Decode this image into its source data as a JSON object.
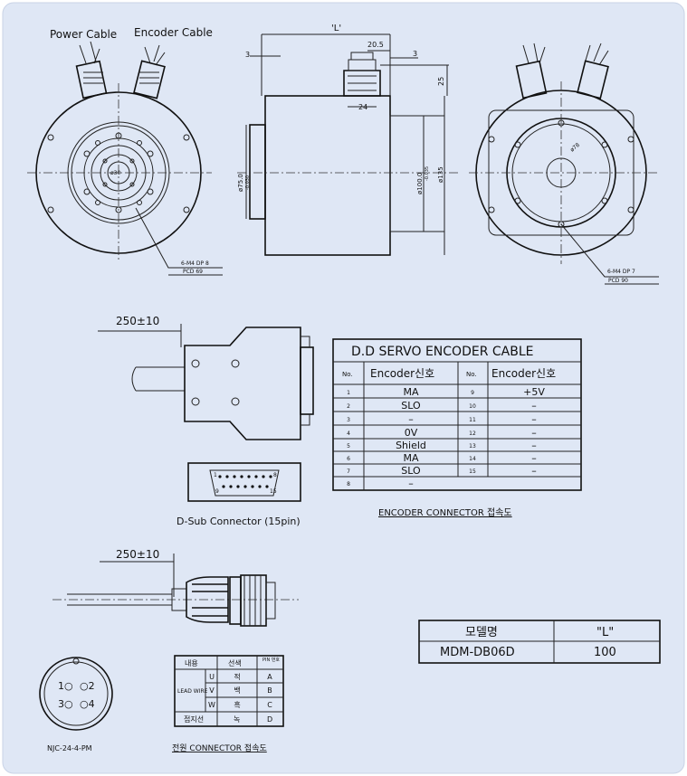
{
  "labels": {
    "power_cable": "Power Cable",
    "encoder_cable": "Encoder Cable",
    "phi30": "ø30",
    "m4_left": "6-M4 DP 8",
    "pcd_left": "PCD 69",
    "dim_L": "'L'",
    "dim_3a": "3",
    "dim_20_5": "20.5",
    "dim_3b": "3",
    "dim_25": "25",
    "dim_24": "24",
    "dim_phi75": "ø75.0",
    "dim_phi75_tol": "-0.030",
    "dim_phi100": "ø100.0",
    "dim_phi100_tol": "-0.035",
    "dim_phi135": "ø135",
    "phi78": "ø78",
    "m4_right": "6-M4 DP 7",
    "pcd_right": "PCD 90",
    "cable_len_1": "250±10",
    "dsub_caption": "D-Sub Connector (15pin)",
    "pin_1": "1",
    "pin_8": "8",
    "pin_9": "9",
    "pin_15": "15",
    "cable_len_2": "250±10",
    "njc_caption": "NJC-24-4-PM"
  },
  "encoder_table": {
    "title": "D.D SERVO ENCODER CABLE",
    "headers": [
      "No.",
      "Encoder신호",
      "No.",
      "Encoder신호"
    ],
    "rows": [
      [
        "1",
        "MA",
        "9",
        "+5V"
      ],
      [
        "2",
        "SLO",
        "10",
        "–"
      ],
      [
        "3",
        "–",
        "11",
        "–"
      ],
      [
        "4",
        "0V",
        "12",
        "–"
      ],
      [
        "5",
        "Shield",
        "13",
        "–"
      ],
      [
        "6",
        "MA",
        "14",
        "–"
      ],
      [
        "7",
        "SLO",
        "15",
        "–"
      ],
      [
        "8",
        "–",
        "",
        ""
      ]
    ],
    "caption": "ENCODER CONNECTOR 접속도"
  },
  "power_connector": {
    "pins": [
      {
        "label": "1",
        "pin": "○"
      },
      {
        "label": "2",
        "pin": "○"
      },
      {
        "label": "3",
        "pin": "○"
      },
      {
        "label": "4",
        "pin": "○"
      }
    ]
  },
  "power_table": {
    "headers": [
      "내용",
      "선색",
      "PIN 번호"
    ],
    "lead_wire": "LEAD WIRE",
    "rows": [
      {
        "phase": "U",
        "color": "적",
        "pin": "A"
      },
      {
        "phase": "V",
        "color": "백",
        "pin": "B"
      },
      {
        "phase": "W",
        "color": "흑",
        "pin": "C"
      }
    ],
    "ground": {
      "label": "접지선",
      "color": "녹",
      "pin": "D"
    },
    "caption": "전원 CONNECTOR 접속도"
  },
  "model_table": {
    "headers": [
      "모델명",
      "\"L\""
    ],
    "rows": [
      [
        "MDM-DB06D",
        "100"
      ]
    ]
  },
  "colors": {
    "frame_bg": "#dfe7f5",
    "page_bg": "#ffffff",
    "ink": "#111111"
  }
}
